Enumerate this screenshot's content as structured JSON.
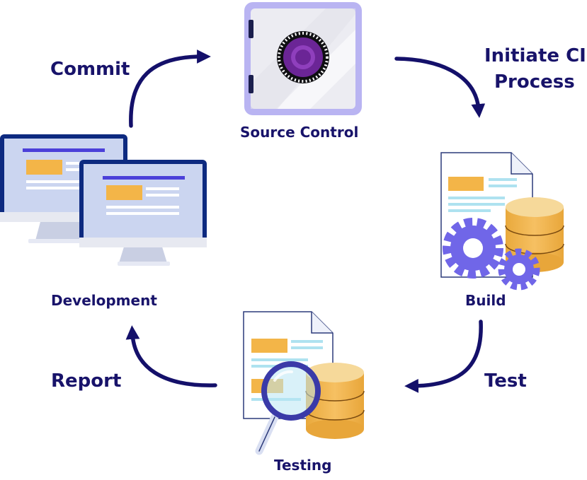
{
  "diagram": {
    "nodes": {
      "source_control": {
        "label": "Source Control",
        "icon": "safe-icon"
      },
      "build": {
        "label": "Build",
        "icon": "gears-database-icon"
      },
      "testing": {
        "label": "Testing",
        "icon": "magnifier-database-icon"
      },
      "development": {
        "label": "Development",
        "icon": "monitors-icon"
      }
    },
    "edges": {
      "commit": {
        "label": "Commit",
        "from": "development",
        "to": "source_control"
      },
      "initiate_ci": {
        "line1": "Initiate CI",
        "line2": "Process",
        "from": "source_control",
        "to": "build"
      },
      "test": {
        "label": "Test",
        "from": "build",
        "to": "testing"
      },
      "report": {
        "label": "Report",
        "from": "testing",
        "to": "development"
      }
    }
  },
  "colors": {
    "arrow": "#14106a",
    "text": "#18136a",
    "safe_frame": "#b9b4f2",
    "dial": "#6b2596",
    "gear": "#7066e8",
    "database": "#f3b548",
    "document_accent": "#f3b548",
    "screen": "#cbd5f0",
    "monitor_frame": "#0d2a80"
  }
}
